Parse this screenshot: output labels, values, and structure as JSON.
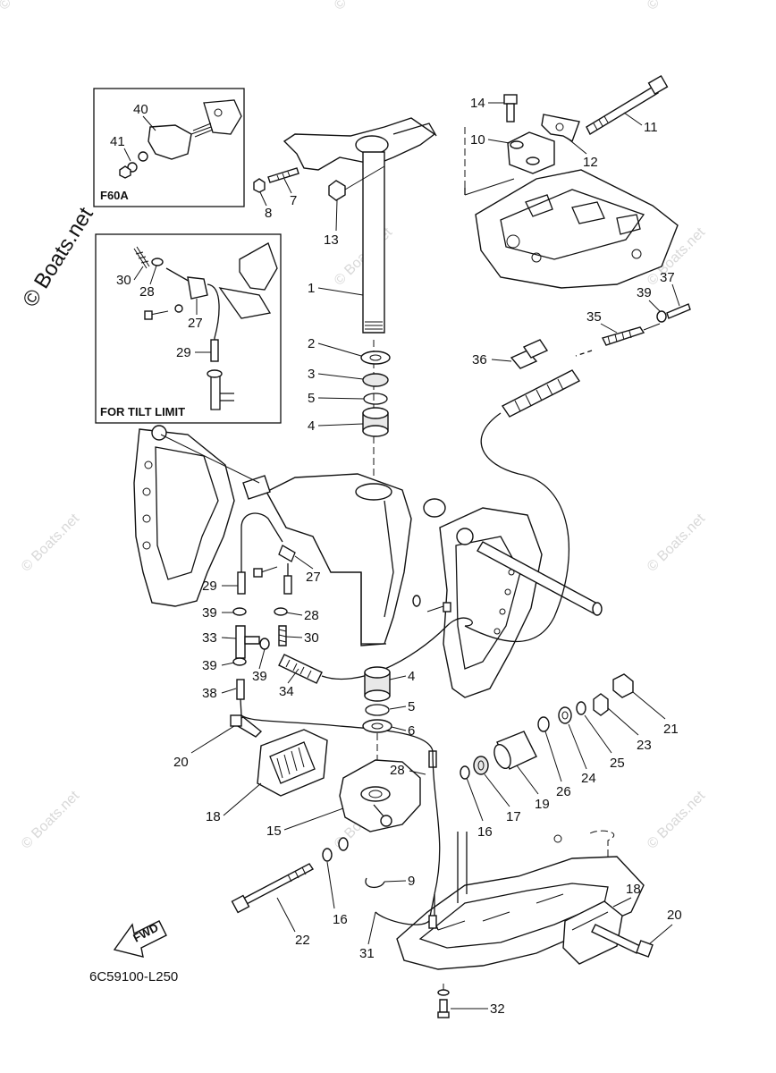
{
  "diagram": {
    "part_code": "6C59100-L250",
    "fwd_label": "FWD",
    "watermark_main": "© Boats.net",
    "watermark_small": "© Boats.net",
    "insets": {
      "f60a": {
        "label": "F60A",
        "callouts": [
          "40",
          "41"
        ]
      },
      "tilt_limit": {
        "label": "FOR TILT LIMIT",
        "callouts": [
          "30",
          "28",
          "27",
          "29"
        ]
      }
    },
    "callouts": {
      "p1": "1",
      "p2": "2",
      "p3": "3",
      "p4a": "4",
      "p4b": "4",
      "p5a": "5",
      "p5b": "5",
      "p6": "6",
      "p7": "7",
      "p8": "8",
      "p9": "9",
      "p10": "10",
      "p11": "11",
      "p12": "12",
      "p13": "13",
      "p14": "14",
      "p15": "15",
      "p16a": "16",
      "p16b": "16",
      "p17": "17",
      "p18a": "18",
      "p18b": "18",
      "p19": "19",
      "p20a": "20",
      "p20b": "20",
      "p21": "21",
      "p22": "22",
      "p23": "23",
      "p24": "24",
      "p25": "25",
      "p26": "26",
      "p27": "27",
      "p28a": "28",
      "p28b": "28",
      "p29": "29",
      "p30": "30",
      "p31": "31",
      "p32": "32",
      "p33": "33",
      "p34": "34",
      "p35": "35",
      "p36": "36",
      "p37": "37",
      "p38": "38",
      "p39a": "39",
      "p39b": "39",
      "p39c": "39"
    }
  }
}
